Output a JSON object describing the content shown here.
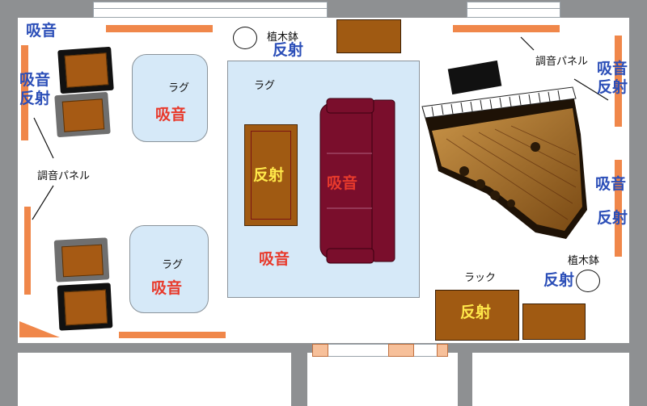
{
  "labels": {
    "absorb": "吸音",
    "reflect": "反射",
    "absorb_reflect_left": "吸音\n反射",
    "absorb_reflect_right": "吸音\n反射",
    "rug": "ラグ",
    "plant_pot": "植木鉢",
    "acoustic_panel": "調音パネル",
    "rack": "ラック"
  },
  "colors": {
    "wall": "#8e9092",
    "panel": "#f0874a",
    "rug": "#d6e9f8",
    "sofa": "#7a0e2c",
    "table": "#a05a12",
    "absorb_text": "#e83a2c",
    "reflect_text": "#2c4fb8",
    "table_text": "#ffe84a"
  },
  "icons": [
    "grand-piano-icon",
    "plant-pot-icon",
    "armchair-icon",
    "sofa-icon"
  ]
}
